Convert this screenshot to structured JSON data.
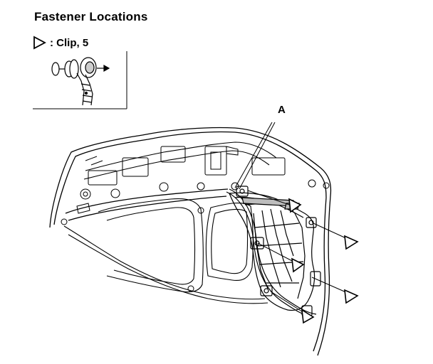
{
  "title": "Fastener Locations",
  "legend": {
    "symbol": "triangle-clip-icon",
    "separator": ":",
    "label": "Clip, 5"
  },
  "callouts": {
    "a": "A"
  },
  "colors": {
    "ink": "#000000",
    "paper": "#ffffff",
    "shade": "#bdbdbd"
  }
}
